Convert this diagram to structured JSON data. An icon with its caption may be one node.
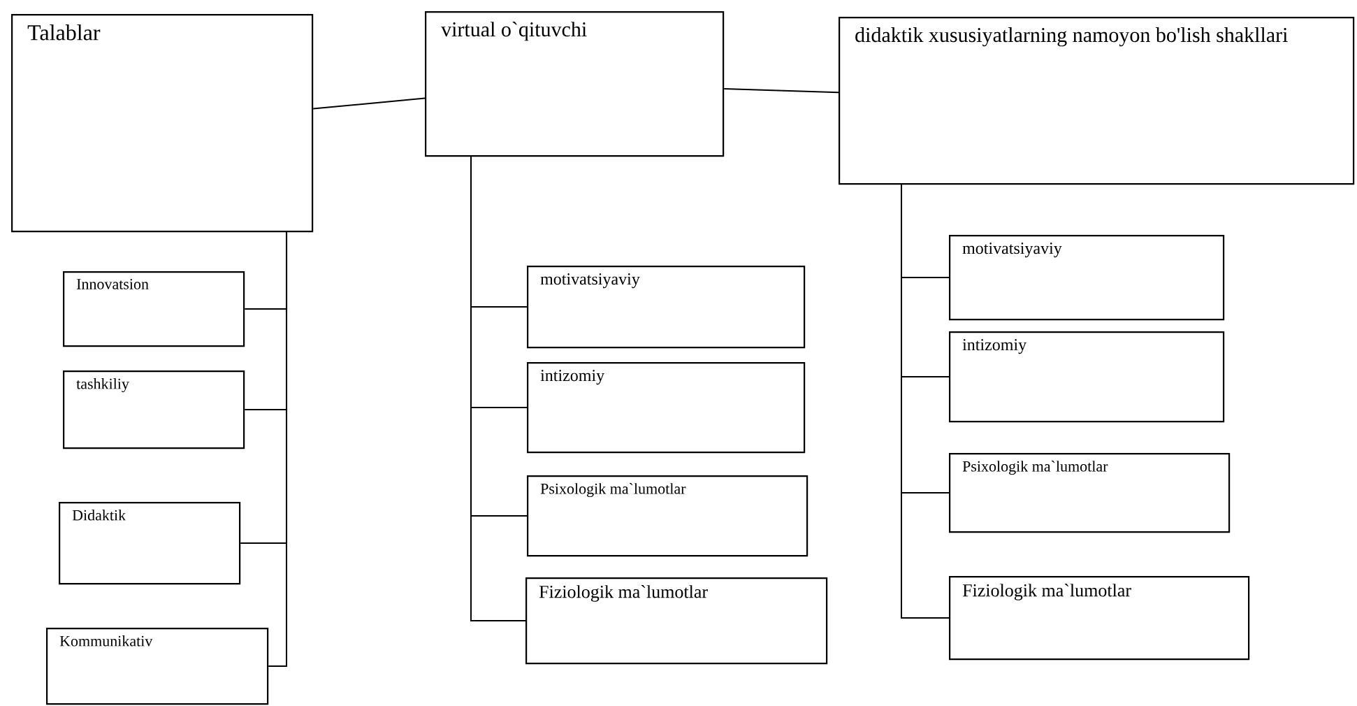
{
  "diagram": {
    "nodes": [
      {
        "text": [
          "Talablar"
        ]
      },
      {
        "text": [
          "virtual o`qituvchi"
        ]
      },
      {
        "text": [
          "didaktik xususiyatlarning namoyon bo'lish shakllari"
        ]
      },
      {
        "text": [
          "Innovatsion"
        ]
      },
      {
        "text": [
          "tashkiliy"
        ]
      },
      {
        "text": [
          "Didaktik"
        ]
      },
      {
        "text": [
          "Kommunikativ"
        ]
      },
      {
        "text": [
          "motivatsiyaviy"
        ]
      },
      {
        "text": [
          "intizomiy"
        ]
      },
      {
        "text": [
          "Psixologik ma`lumotlar"
        ]
      },
      {
        "text": [
          "Fiziologik ma`lumotlar"
        ]
      },
      {
        "text": [
          "motivatsiyaviy"
        ]
      },
      {
        "text": [
          "intizomiy"
        ]
      },
      {
        "text": [
          "Psixologik ma`lumotlar"
        ]
      },
      {
        "text": [
          "Fiziologik ma`lumotlar"
        ]
      }
    ],
    "edges": [
      {
        "from": 0,
        "to": 1,
        "arrow": "none"
      },
      {
        "from": 1,
        "to": 2,
        "arrow": "none"
      },
      {
        "from": 0,
        "to": 3,
        "arrow": "none"
      },
      {
        "from": 0,
        "to": 4,
        "arrow": "none"
      },
      {
        "from": 0,
        "to": 5,
        "arrow": "none"
      },
      {
        "from": 0,
        "to": 6,
        "arrow": "none"
      },
      {
        "from": 1,
        "to": 7,
        "arrow": "none"
      },
      {
        "from": 1,
        "to": 8,
        "arrow": "none"
      },
      {
        "from": 1,
        "to": 9,
        "arrow": "none"
      },
      {
        "from": 1,
        "to": 10,
        "arrow": "none"
      },
      {
        "from": 2,
        "to": 11,
        "arrow": "none"
      },
      {
        "from": 2,
        "to": 12,
        "arrow": "none"
      },
      {
        "from": 2,
        "to": 13,
        "arrow": "none"
      },
      {
        "from": 2,
        "to": 14,
        "arrow": "none"
      }
    ]
  }
}
